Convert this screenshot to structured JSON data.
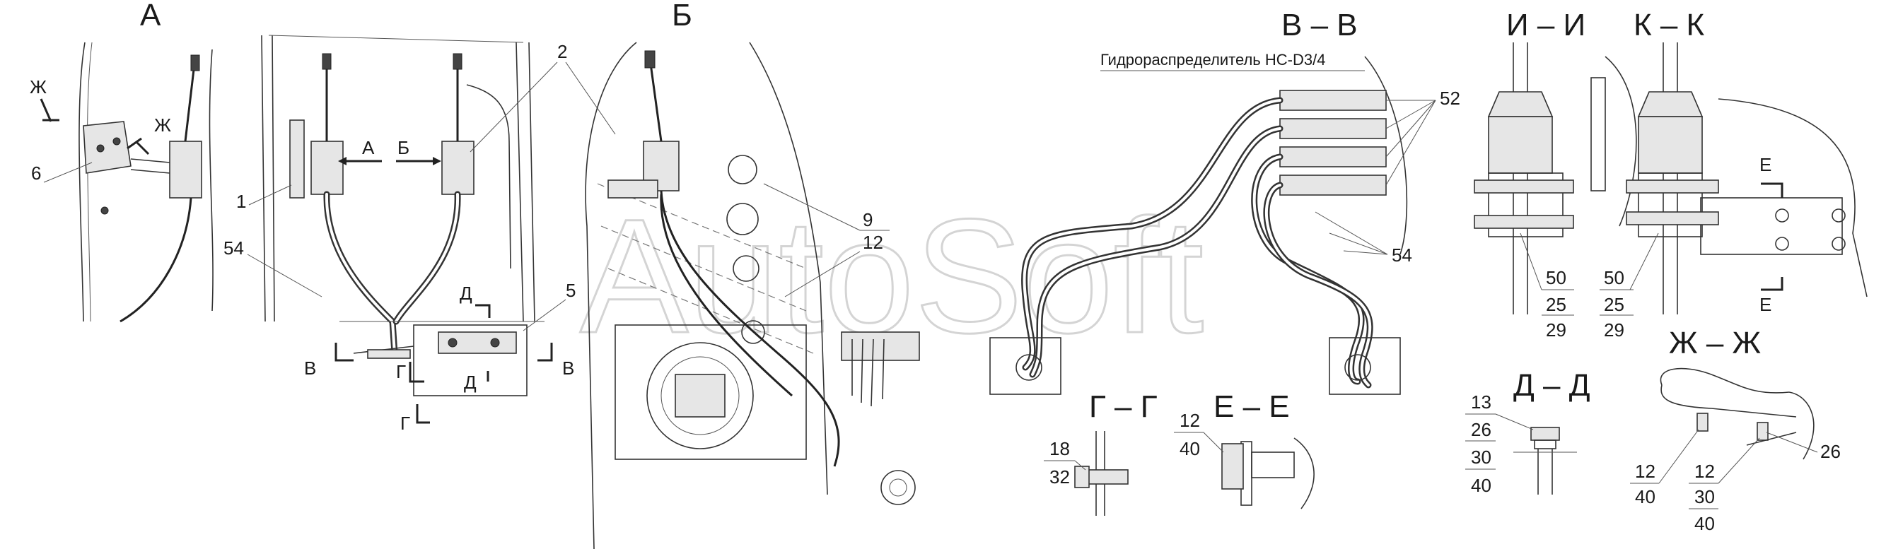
{
  "watermark": "AutoSoft",
  "views": {
    "A": "А",
    "B": "Б",
    "VV": "В – В",
    "II": "И – И",
    "KK": "К – К",
    "GG": "Г – Г",
    "EE": "Е – Е",
    "DD": "Д – Д",
    "ZhZh": "Ж – Ж"
  },
  "hydro_title": "Гидрораспределитель НС-D3/4",
  "markers": {
    "zh": "Ж",
    "a_arrow": "А",
    "b_arrow": "Б",
    "v": "В",
    "g": "Г",
    "d": "Д",
    "e": "Е"
  },
  "callouts": {
    "c6": "6",
    "c1": "1",
    "c2": "2",
    "c54_left": "54",
    "c5": "5",
    "c9": "9",
    "c12_b": "12",
    "c52": "52",
    "c54_vv": "54",
    "ii": [
      "50",
      "25",
      "29"
    ],
    "kk": [
      "50",
      "25",
      "29"
    ],
    "gg": [
      "18",
      "32"
    ],
    "ee": [
      "12",
      "40"
    ],
    "dd": [
      "13",
      "26",
      "30",
      "40"
    ],
    "zz_left": [
      "12",
      "40"
    ],
    "zz_mid": [
      "12",
      "30",
      "40"
    ],
    "zz_right": "26"
  }
}
